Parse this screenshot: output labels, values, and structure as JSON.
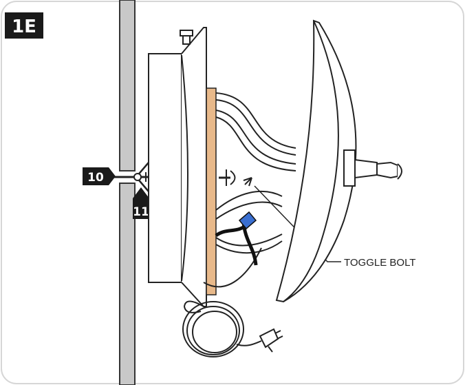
{
  "step_badge": "1E",
  "callouts": {
    "ten": "10",
    "eleven": "11",
    "toggle_bolt": "TOGGLE BOLT"
  },
  "colors": {
    "frame": "#d6d6d6",
    "wall": "#c8c8c8",
    "badge": "#1a1a1a",
    "gasket": "#e8b98a",
    "wire_connector": "#3a6fd1"
  }
}
